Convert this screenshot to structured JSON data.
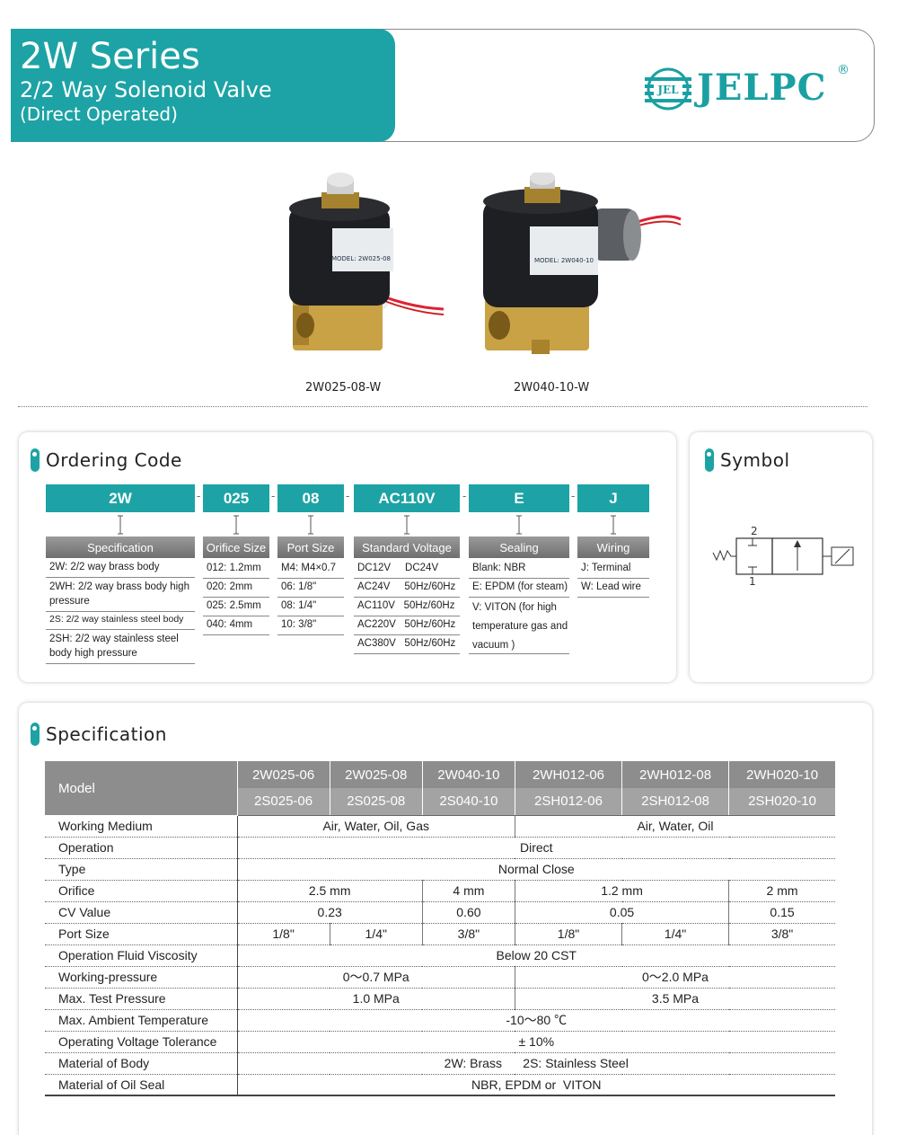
{
  "header": {
    "series": "2W Series",
    "subtitle": "2/2 Way Solenoid Valve",
    "subtitle2": "(Direct Operated)",
    "brand": "JELPC",
    "brand_mark": "JEL",
    "registered": "®",
    "accent_color": "#1da3a5"
  },
  "products": [
    {
      "label": "2W025-08-W",
      "coil_label": "MODEL: 2W025-08"
    },
    {
      "label": "2W040-10-W",
      "coil_label": "MODEL: 2W040-10"
    }
  ],
  "ordering": {
    "title": "Ordering Code",
    "codes": [
      "2W",
      "025",
      "08",
      "AC110V",
      "E",
      "J"
    ],
    "separator": "-",
    "columns": [
      {
        "head": "Specification",
        "items": [
          "2W: 2/2 way brass body",
          "2WH: 2/2 way brass body high pressure",
          "2S: 2/2 way stainless steel body",
          "2SH:  2/2 way stainless steel body high pressure"
        ]
      },
      {
        "head": "Orifice Size",
        "items": [
          "012: 1.2mm",
          "020: 2mm",
          "025: 2.5mm",
          "040: 4mm"
        ]
      },
      {
        "head": "Port Size",
        "items": [
          "M4: M4×0.7",
          "06: 1/8\"",
          "08: 1/4\"",
          "10: 3/8\""
        ]
      },
      {
        "head": "Standard Voltage",
        "items": [
          "DC12V     DC24V",
          "AC24V     50Hz/60Hz",
          "AC110V   50Hz/60Hz",
          "AC220V   50Hz/60Hz",
          "AC380V   50Hz/60Hz"
        ]
      },
      {
        "head": "Sealing",
        "items": [
          "Blank: NBR",
          "E: EPDM (for steam)",
          "V:  VITON (for high temperature gas and vacuum )"
        ]
      },
      {
        "head": "Wiring",
        "items": [
          "J: Terminal",
          "W: Lead wire"
        ]
      }
    ]
  },
  "symbol": {
    "title": "Symbol",
    "port_top": "2",
    "port_bottom": "1"
  },
  "specification": {
    "title": "Specification",
    "model_label": "Model",
    "models_row1": [
      "2W025-06",
      "2W025-08",
      "2W040-10",
      "2WH012-06",
      "2WH012-08",
      "2WH020-10"
    ],
    "models_row2": [
      "2S025-06",
      "2S025-08",
      "2S040-10",
      "2SH012-06",
      "2SH012-08",
      "2SH020-10"
    ],
    "rows": {
      "working_medium": {
        "label": "Working Medium",
        "a": "Air, Water, Oil, Gas",
        "b": "Air, Water, Oil"
      },
      "operation": {
        "label": "Operation",
        "v": "Direct"
      },
      "type": {
        "label": "Type",
        "v": "Normal Close"
      },
      "orifice": {
        "label": "Orifice",
        "a": "2.5 mm",
        "b": "4 mm",
        "c": "1.2 mm",
        "d": "2 mm"
      },
      "cv": {
        "label": "CV Value",
        "a": "0.23",
        "b": "0.60",
        "c": "0.05",
        "d": "0.15"
      },
      "port": {
        "label": "Port Size",
        "v": [
          "1/8\"",
          "1/4\"",
          "3/8\"",
          "1/8\"",
          "1/4\"",
          "3/8\""
        ]
      },
      "viscosity": {
        "label": "Operation Fluid Viscosity",
        "v": "Below 20 CST"
      },
      "working_pressure": {
        "label": "Working-pressure",
        "a": "0～0.7 MPa",
        "b": "0～2.0 MPa"
      },
      "test_pressure": {
        "label": "Max. Test Pressure",
        "a": "1.0 MPa",
        "b": "3.5 MPa"
      },
      "ambient": {
        "label": "Max. Ambient Temperature",
        "v": "-10～80 ℃"
      },
      "voltage_tol": {
        "label": "Operating Voltage Tolerance",
        "v": "± 10%"
      },
      "body": {
        "label": "Material of Body",
        "v": "2W: Brass      2S: Stainless Steel"
      },
      "seal": {
        "label": "Material of Oil Seal",
        "v": "NBR, EPDM or  VITON"
      }
    }
  }
}
